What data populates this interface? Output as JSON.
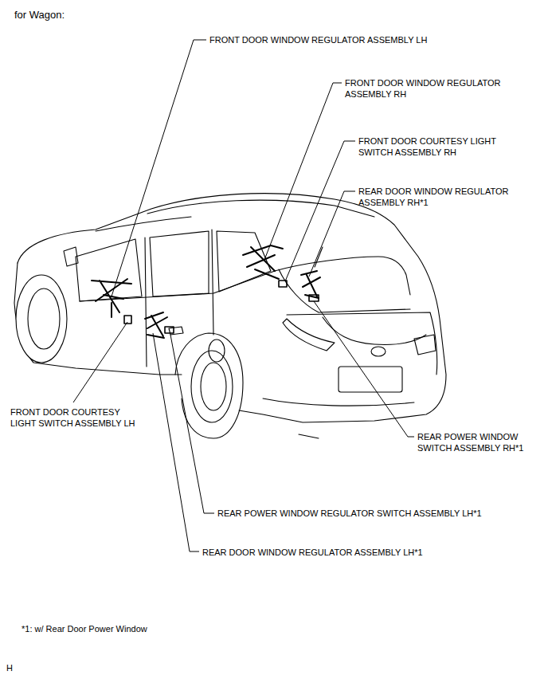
{
  "diagram": {
    "title": "for Wagon:",
    "labels": [
      "FRONT DOOR WINDOW REGULATOR ASSEMBLY LH",
      "FRONT DOOR WINDOW REGULATOR ASSEMBLY RH",
      "FRONT DOOR COURTESY LIGHT SWITCH ASSEMBLY RH",
      "REAR DOOR WINDOW REGULATOR ASSEMBLY RH*1",
      "FRONT DOOR COURTESY LIGHT SWITCH ASSEMBLY LH",
      "REAR POWER WINDOW SWITCH ASSEMBLY RH*1",
      "REAR POWER WINDOW REGULATOR SWITCH ASSEMBLY LH*1",
      "REAR DOOR WINDOW REGULATOR ASSEMBLY LH*1",
      "*1: w/ Rear Door Power Window",
      "H"
    ]
  }
}
